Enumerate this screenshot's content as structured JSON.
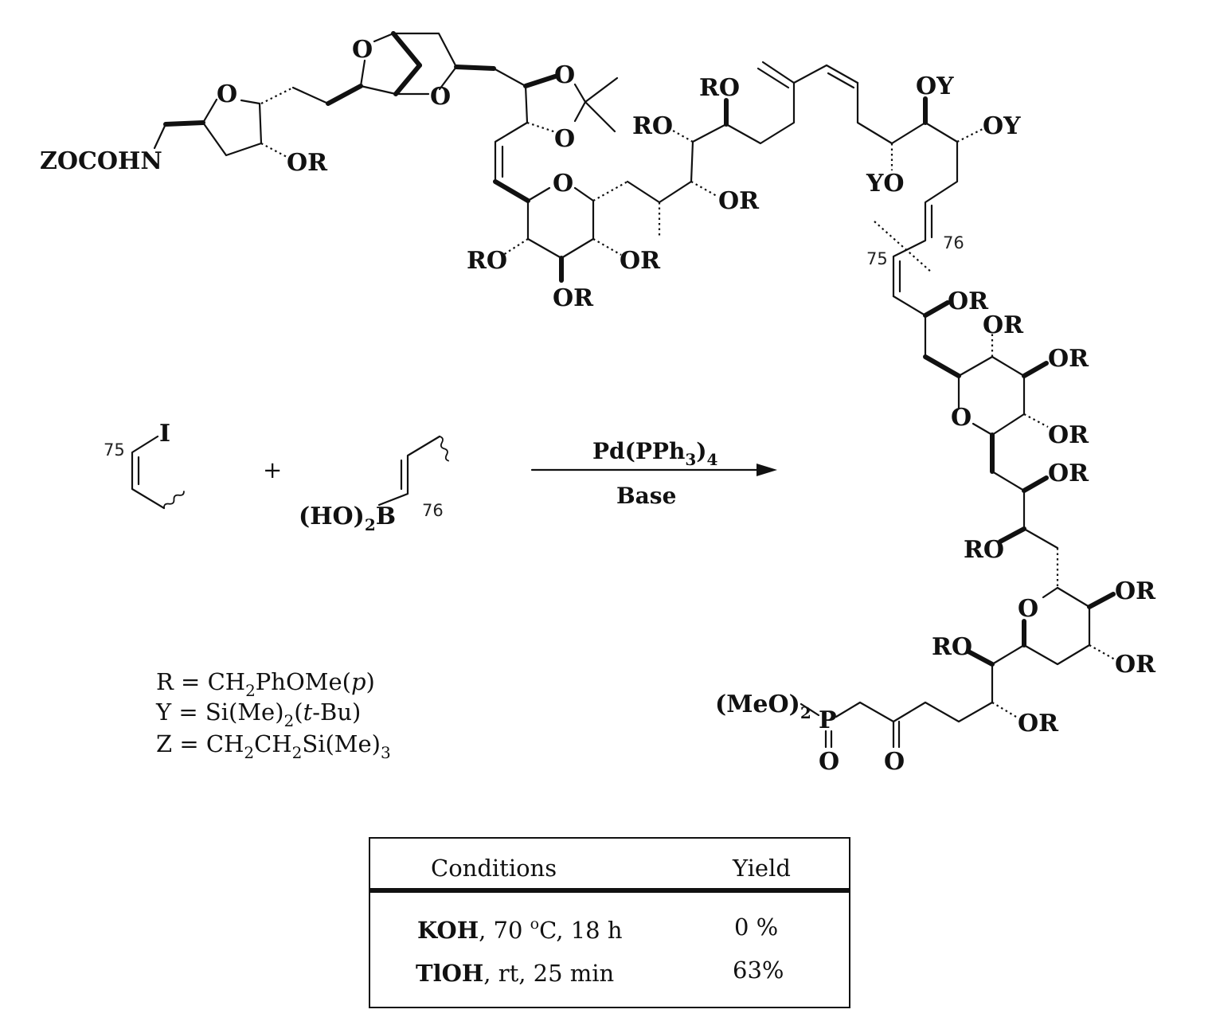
{
  "top_left_label": "ZOCOHN",
  "atoms": {
    "O": "O",
    "OR": "OR",
    "RO": "RO",
    "OY": "OY",
    "YO": "YO",
    "P": "P"
  },
  "positions": {
    "p75": "75",
    "p76": "76"
  },
  "reagents": {
    "iodide": "I",
    "plus": "+",
    "boronic": "(HO)",
    "boronic_sub": "2",
    "boronic_b": "B",
    "catalyst_main": "Pd(PPh",
    "catalyst_sub1": "3",
    "catalyst_close": ")",
    "catalyst_sub2": "4",
    "base": "Base"
  },
  "phosphonate": {
    "prefix": "(MeO)",
    "sub": "2"
  },
  "definitions": {
    "R_pre": "R = CH",
    "R_sub": "2",
    "R_post": "PhOMe(",
    "R_ital": "p",
    "R_end": ")",
    "Y_pre": "Y = Si(Me)",
    "Y_sub": "2",
    "Y_post": "(",
    "Y_ital": "t",
    "Y_end": "-Bu)",
    "Z_pre": "Z = CH",
    "Z_sub1": "2",
    "Z_mid": "CH",
    "Z_sub2": "2",
    "Z_post": "Si(Me)",
    "Z_sub3": "3"
  },
  "table": {
    "headers": [
      "Conditions",
      "Yield"
    ],
    "rows": [
      {
        "reagent": "KOH",
        "rest_a": ", 70 ",
        "sup": "o",
        "rest_b": "C, 18 h",
        "yield": "0 %"
      },
      {
        "reagent": "TlOH",
        "rest_a": ", rt, 25 min",
        "sup": "",
        "rest_b": "",
        "yield": "63%"
      }
    ]
  }
}
